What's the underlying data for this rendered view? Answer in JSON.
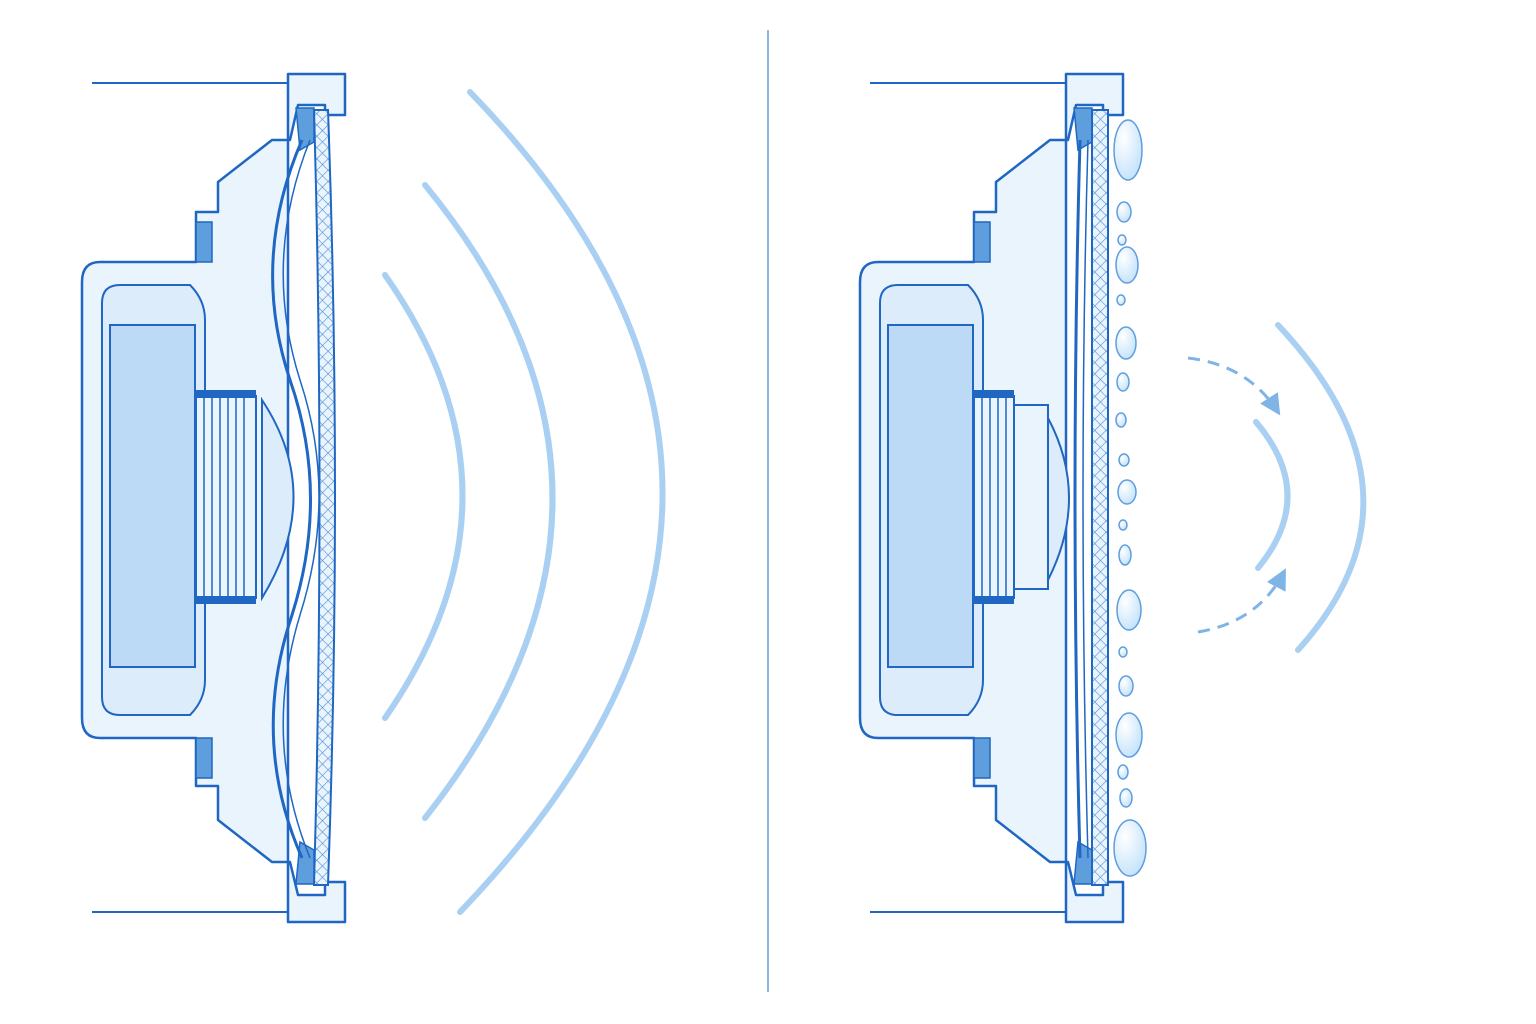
{
  "colors": {
    "background": "#ffffff",
    "outline": "#1f67c2",
    "fill_light": "#eaf4fd",
    "fill_mid": "#c7e0f7",
    "fill_dark": "#5f9edd",
    "wave": "#a9d0f2",
    "divider": "#8db8e4",
    "droplet": "#dcefff"
  },
  "panels": [
    {
      "name": "clean-speaker",
      "state": "dry",
      "sound_waves": 3,
      "wave_strength": "strong"
    },
    {
      "name": "wet-speaker",
      "state": "water droplets on cone",
      "sound_waves": 2,
      "wave_strength": "weak",
      "reflected_arrows": 2
    }
  ]
}
